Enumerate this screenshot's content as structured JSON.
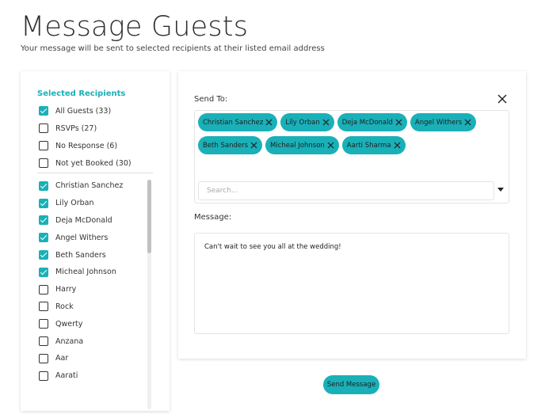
{
  "header": {
    "title": "Message Guests",
    "subtitle": "Your message will be sent to selected recipients at their listed email address"
  },
  "recipients_panel": {
    "heading": "Selected Recipients",
    "filters": [
      {
        "label": "All Guests (33)",
        "checked": true
      },
      {
        "label": "RSVPs (27)",
        "checked": false
      },
      {
        "label": "No Response (6)",
        "checked": false
      },
      {
        "label": "Not yet Booked (30)",
        "checked": false
      }
    ],
    "guests": [
      {
        "label": "Christian Sanchez",
        "checked": true
      },
      {
        "label": "Lily Orban",
        "checked": true
      },
      {
        "label": "Deja McDonald",
        "checked": true
      },
      {
        "label": "Angel Withers",
        "checked": true
      },
      {
        "label": "Beth Sanders",
        "checked": true
      },
      {
        "label": "Micheal Johnson",
        "checked": true
      },
      {
        "label": "Harry",
        "checked": false
      },
      {
        "label": "Rock",
        "checked": false
      },
      {
        "label": "Qwerty",
        "checked": false
      },
      {
        "label": "Anzana",
        "checked": false
      },
      {
        "label": "Aar",
        "checked": false
      },
      {
        "label": "Aarati",
        "checked": false
      }
    ]
  },
  "compose": {
    "send_to_label": "Send To:",
    "chips": [
      "Christian Sanchez",
      "Lily Orban",
      "Deja McDonald",
      "Angel Withers",
      "Beth Sanders",
      "Micheal Johnson",
      "Aarti Sharma"
    ],
    "search_placeholder": "Search...",
    "message_label": "Message:",
    "message_text": "Can't wait to see you all at the wedding!",
    "close_icon": "close-icon",
    "caret_icon": "chevron-down-icon"
  },
  "actions": {
    "send_label": "Send Message"
  },
  "colors": {
    "accent": "#1ab0b8"
  }
}
